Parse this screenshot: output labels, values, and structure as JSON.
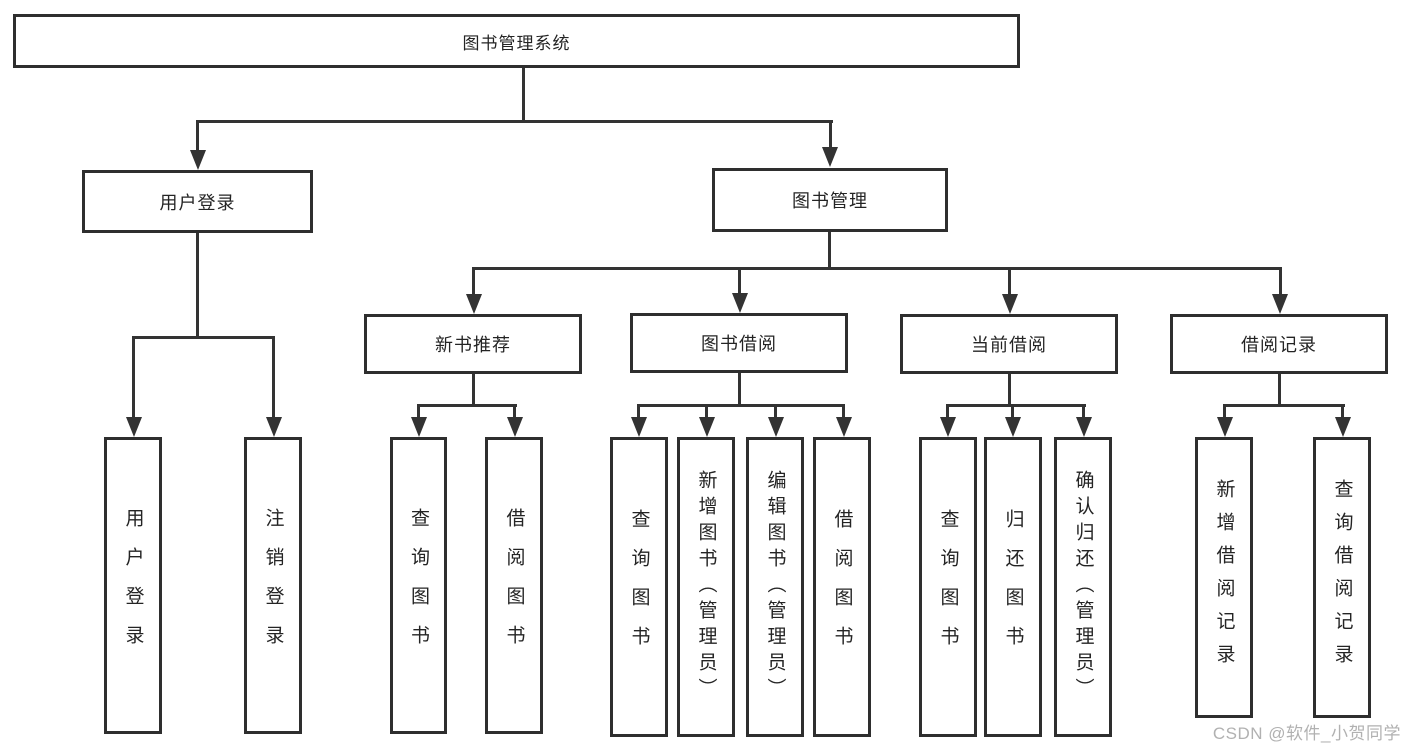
{
  "colors": {
    "line": "#333333",
    "box_border": "#2e2e2e",
    "text": "#242424",
    "watermark_text": "#b1b1b1",
    "background": "#ffffff"
  },
  "diagram": {
    "root": {
      "label": "图书管理系统"
    },
    "branches": [
      {
        "label": "用户登录",
        "children": [
          {
            "label": "用户登录"
          },
          {
            "label": "注销登录"
          }
        ]
      },
      {
        "label": "图书管理",
        "children": [
          {
            "label": "新书推荐",
            "children": [
              {
                "label": "查询图书"
              },
              {
                "label": "借阅图书"
              }
            ]
          },
          {
            "label": "图书借阅",
            "children": [
              {
                "label": "查询图书"
              },
              {
                "label": "新增图书（管理员）"
              },
              {
                "label": "编辑图书（管理员）"
              },
              {
                "label": "借阅图书"
              }
            ]
          },
          {
            "label": "当前借阅",
            "children": [
              {
                "label": "查询图书"
              },
              {
                "label": "归还图书"
              },
              {
                "label": "确认归还（管理员）"
              }
            ]
          },
          {
            "label": "借阅记录",
            "children": [
              {
                "label": "新增借阅记录"
              },
              {
                "label": "查询借阅记录"
              }
            ]
          }
        ]
      }
    ]
  },
  "watermark": {
    "text": "CSDN @软件_小贺同学"
  }
}
